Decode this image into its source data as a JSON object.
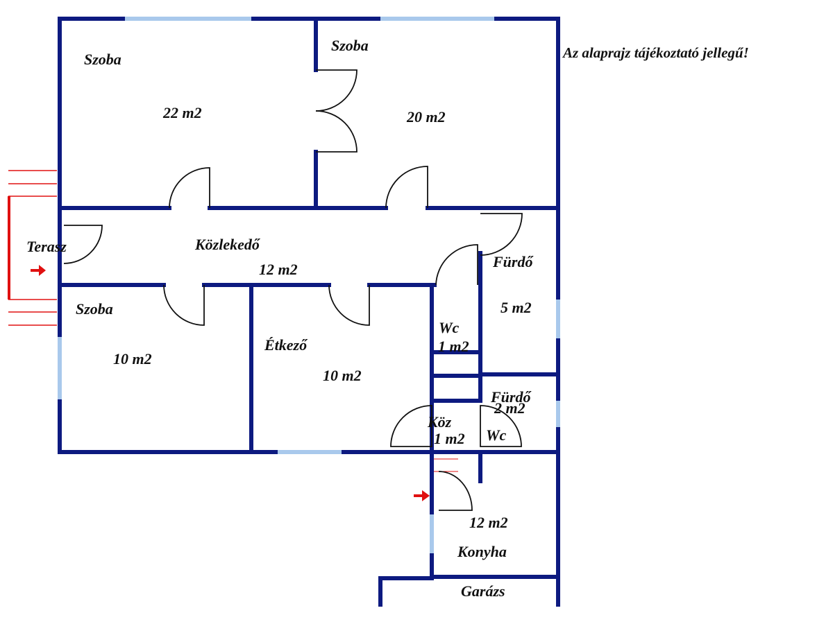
{
  "note": "Az alaprajz tájékoztató jellegű!",
  "rooms": {
    "szoba_nw": {
      "name": "Szoba",
      "area": "22 m2"
    },
    "szoba_ne": {
      "name": "Szoba",
      "area": "20 m2"
    },
    "terasz": {
      "name": "Terasz"
    },
    "kozlekedo": {
      "name": "Közlekedő",
      "area": "12 m2"
    },
    "furdo1": {
      "name": "Fürdő",
      "area": "5 m2"
    },
    "szoba_sw": {
      "name": "Szoba",
      "area": "10 m2"
    },
    "etkezo": {
      "name": "Étkező",
      "area": "10 m2"
    },
    "wc1": {
      "name": "Wc",
      "area": "1 m2"
    },
    "furdo2": {
      "name": "Fürdő",
      "area": "2 m2"
    },
    "koz": {
      "name": "Köz",
      "area": "1 m2"
    },
    "wc2": {
      "name": "Wc"
    },
    "konyha": {
      "name": "Konyha",
      "area": "12 m2"
    },
    "garazs": {
      "name": "Garázs"
    }
  },
  "colors": {
    "wall": "#0d1a80",
    "window": "#a9c9ec",
    "door": "#111111",
    "arrow": "#e01010",
    "terrace": "#e01010"
  }
}
